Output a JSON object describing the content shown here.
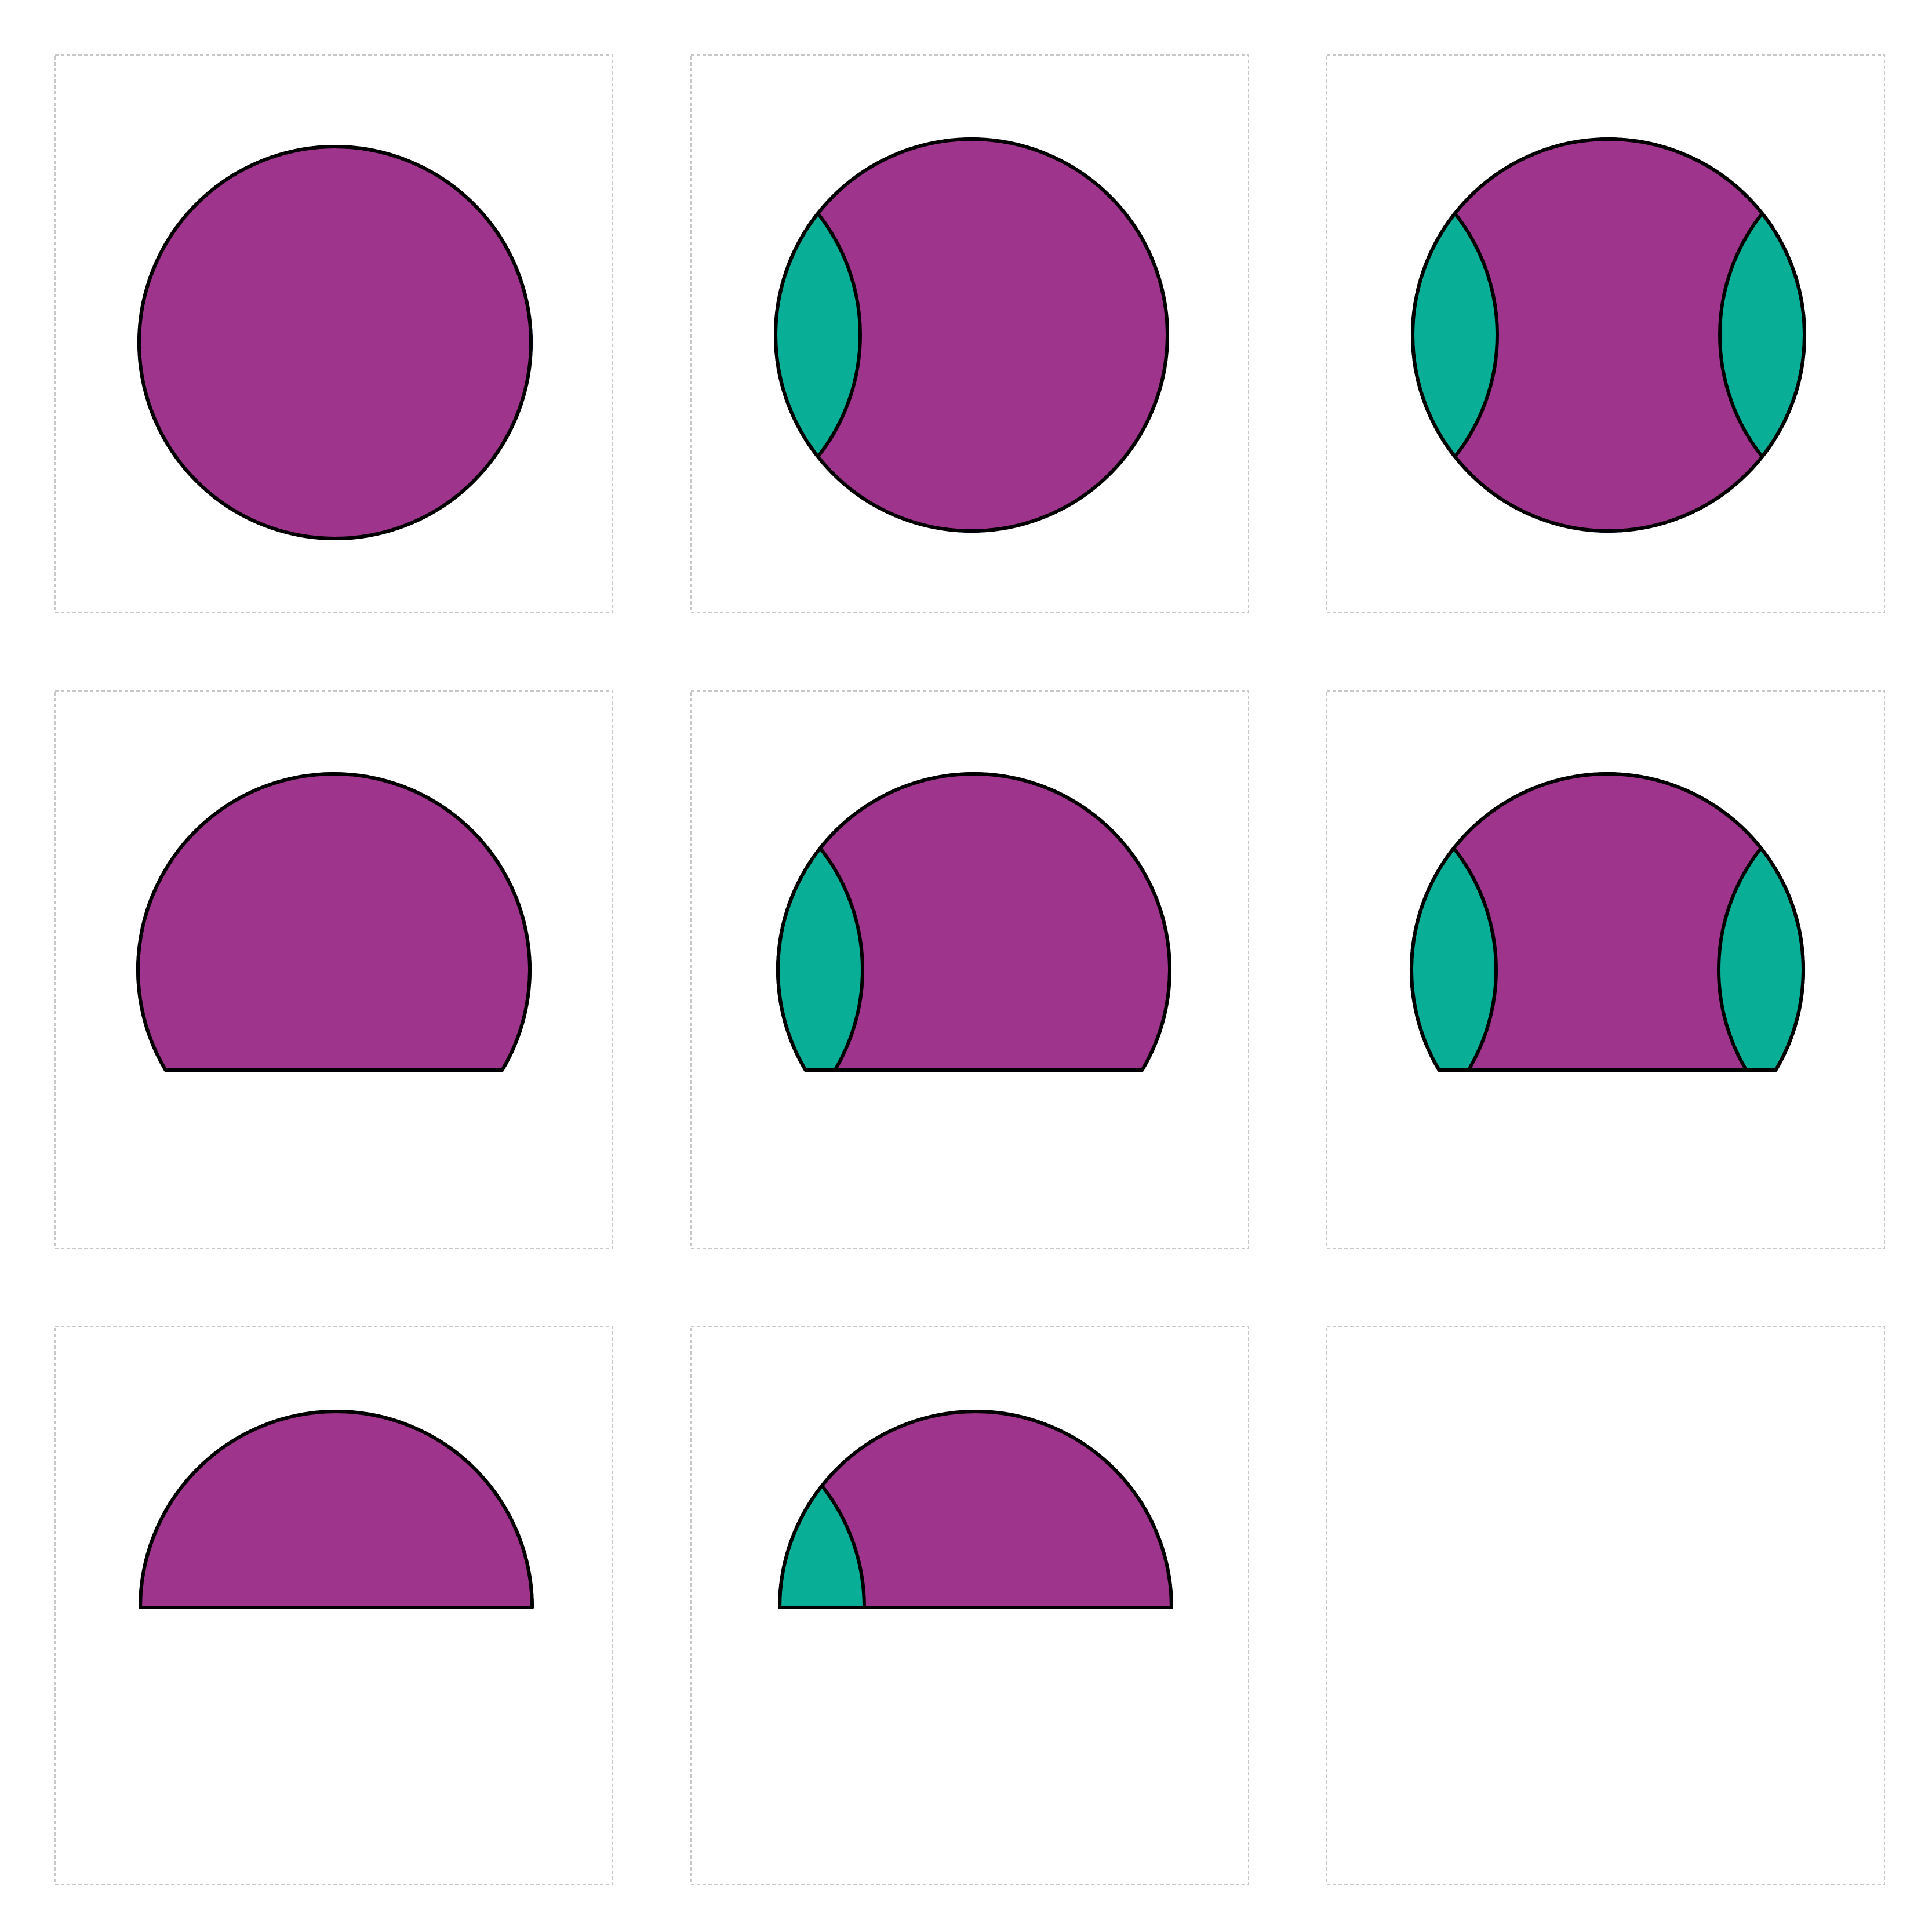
{
  "colors": {
    "primary_fill": "#9e348c",
    "lens_fill": "#09ae97",
    "outline": "#000000",
    "panel_border": "#c8c8c8",
    "background": "#ffffff"
  },
  "grid": {
    "rows": 3,
    "columns": 3
  },
  "panels": [
    {
      "row": 1,
      "column": 1,
      "shape": "full-circle",
      "lens_count": 0,
      "lens_sides": []
    },
    {
      "row": 1,
      "column": 2,
      "shape": "full-circle",
      "lens_count": 1,
      "lens_sides": [
        "left"
      ]
    },
    {
      "row": 1,
      "column": 3,
      "shape": "full-circle",
      "lens_count": 2,
      "lens_sides": [
        "left",
        "right"
      ]
    },
    {
      "row": 2,
      "column": 1,
      "shape": "truncated-circle",
      "lens_count": 0,
      "lens_sides": []
    },
    {
      "row": 2,
      "column": 2,
      "shape": "truncated-circle",
      "lens_count": 1,
      "lens_sides": [
        "left"
      ]
    },
    {
      "row": 2,
      "column": 3,
      "shape": "truncated-circle",
      "lens_count": 2,
      "lens_sides": [
        "left",
        "right"
      ]
    },
    {
      "row": 3,
      "column": 1,
      "shape": "semicircle",
      "lens_count": 0,
      "lens_sides": []
    },
    {
      "row": 3,
      "column": 2,
      "shape": "semicircle",
      "lens_count": 1,
      "lens_sides": [
        "left"
      ]
    },
    {
      "row": 3,
      "column": 3,
      "shape": "empty",
      "lens_count": 0,
      "lens_sides": []
    }
  ]
}
